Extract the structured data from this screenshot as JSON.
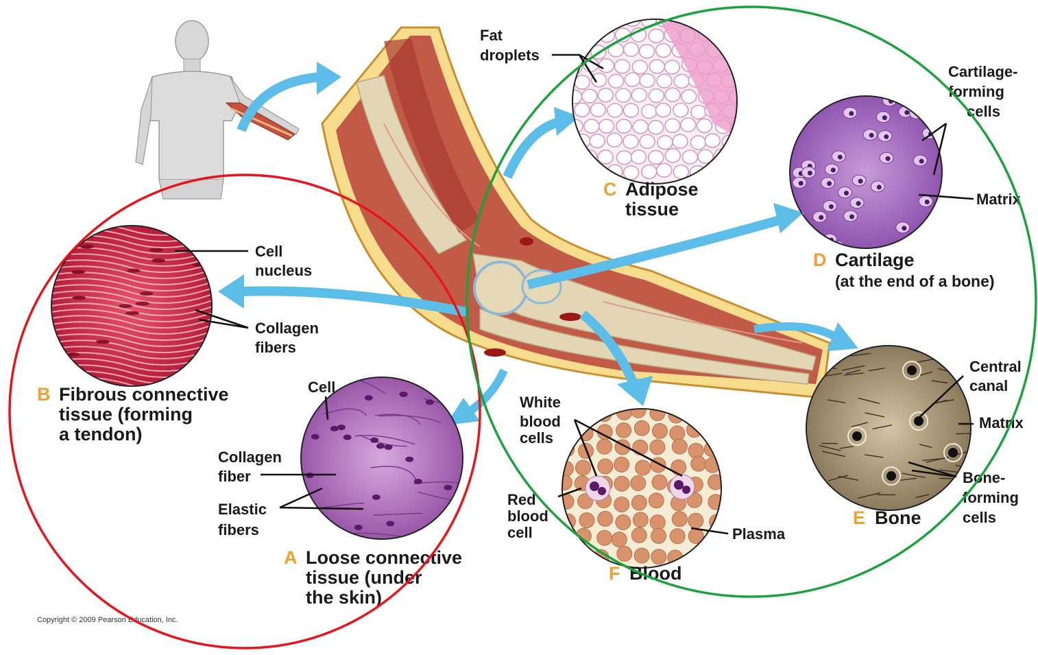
{
  "copyright": "Copyright © 2009 Pearson Education, Inc.",
  "colors": {
    "arrow": "#5bbde8",
    "tissue_letter": "#f0a030",
    "highlight_red": "#e8141b",
    "highlight_green": "#1aa33c"
  },
  "tissues": {
    "a": {
      "letter": "A",
      "title_lines": [
        "Loose connective",
        "tissue (under",
        "the skin)"
      ],
      "labels": {
        "cell": "Cell",
        "collagen": [
          "Collagen",
          "fiber"
        ],
        "elastic": [
          "Elastic",
          "fibers"
        ]
      }
    },
    "b": {
      "letter": "B",
      "title_lines": [
        "Fibrous connective",
        "tissue (forming",
        "a tendon)"
      ],
      "labels": {
        "nucleus": [
          "Cell",
          "nucleus"
        ],
        "collagen": [
          "Collagen",
          "fibers"
        ]
      }
    },
    "c": {
      "letter": "C",
      "title_lines": [
        "Adipose",
        "tissue"
      ],
      "labels": {
        "fat": [
          "Fat",
          "droplets"
        ]
      }
    },
    "d": {
      "letter": "D",
      "title_lines": [
        "Cartilage",
        "(at the end of a bone)"
      ],
      "labels": {
        "cells": [
          "Cartilage-",
          "forming",
          "cells"
        ],
        "matrix": "Matrix"
      }
    },
    "e": {
      "letter": "E",
      "title_lines": [
        "Bone"
      ],
      "labels": {
        "canal": [
          "Central",
          "canal"
        ],
        "matrix": "Matrix",
        "cells": [
          "Bone-",
          "forming",
          "cells"
        ]
      }
    },
    "f": {
      "letter": "F",
      "title_lines": [
        "Blood"
      ],
      "labels": {
        "wbc": [
          "White",
          "blood",
          "cells"
        ],
        "rbc": [
          "Red",
          "blood",
          "cell"
        ],
        "plasma": "Plasma"
      }
    }
  }
}
